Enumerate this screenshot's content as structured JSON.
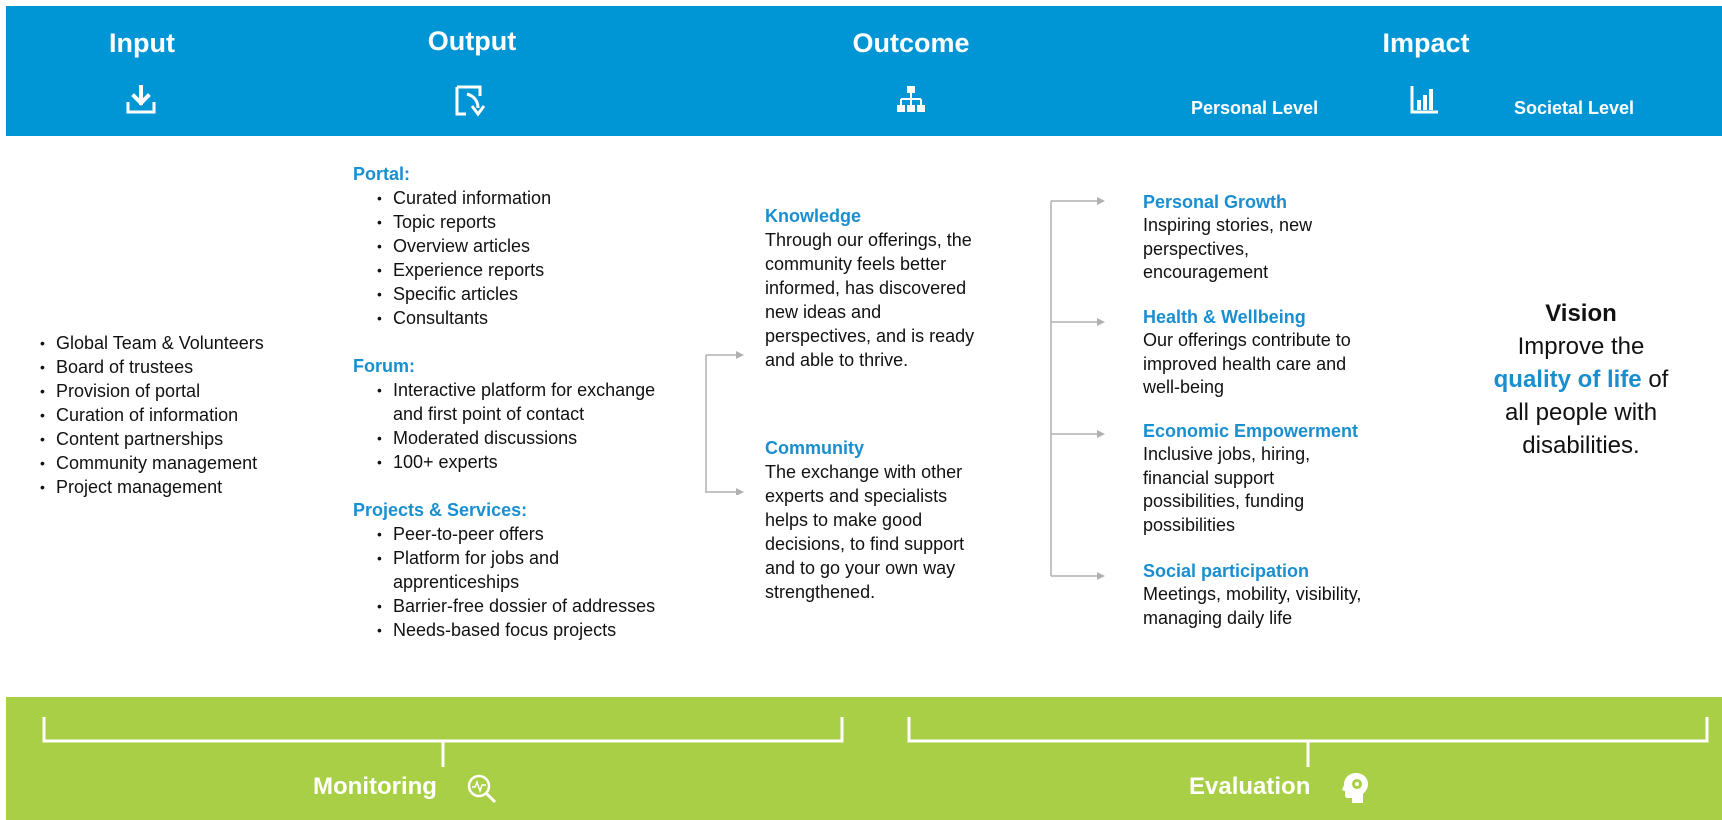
{
  "header": {
    "input": "Input",
    "output": "Output",
    "outcome": "Outcome",
    "impact": "Impact",
    "personal_level": "Personal Level",
    "societal_level": "Societal Level"
  },
  "input": {
    "items": [
      "Global Team & Volunteers",
      "Board of trustees",
      "Provision of portal",
      "Curation of information",
      "Content partnerships",
      "Community management",
      "Project management"
    ]
  },
  "output": {
    "portal": {
      "title": "Portal:",
      "items": [
        "Curated information",
        "Topic reports",
        "Overview articles",
        "Experience reports",
        "Specific articles",
        "Consultants"
      ]
    },
    "forum": {
      "title": "Forum:",
      "items": [
        "Interactive platform for exchange and first point of contact",
        "Moderated discussions",
        "100+ experts"
      ]
    },
    "projects": {
      "title": "Projects & Services:",
      "items": [
        "Peer-to-peer offers",
        "Platform for jobs and apprenticeships",
        "Barrier-free dossier of addresses",
        "Needs-based focus projects"
      ]
    }
  },
  "outcome": {
    "knowledge": {
      "title": "Knowledge",
      "text": "Through our offerings, the community feels better informed, has discovered new ideas and perspectives, and is ready and able to thrive."
    },
    "community": {
      "title": "Community",
      "text": "The exchange with other experts and specialists helps to make good decisions, to find support and to go your own way strengthened."
    }
  },
  "impact": {
    "personal_growth": {
      "title": "Personal Growth",
      "text": "Inspiring stories, new perspectives, encouragement"
    },
    "health": {
      "title": "Health & Wellbeing",
      "text": "Our offerings contribute to improved health care and well-being"
    },
    "economic": {
      "title": "Economic Empowerment",
      "text": "Inclusive jobs, hiring, financial support possibilities, funding possibilities"
    },
    "social": {
      "title": "Social participation",
      "text": "Meetings, mobility, visibility, managing daily life"
    }
  },
  "vision": {
    "title": "Vision",
    "line_before": "Improve the",
    "highlight": "quality of life",
    "line_after": "of all people with disabilities."
  },
  "footer": {
    "monitoring": "Monitoring",
    "evaluation": "Evaluation"
  },
  "colors": {
    "header_blue": "#0096D6",
    "footer_green": "#A8CF45",
    "heading_blue": "#1a8fd0",
    "arrow_gray": "#b0b0b0"
  },
  "icons": [
    "download-icon",
    "output-arrow-icon",
    "hierarchy-icon",
    "bar-chart-icon",
    "magnifier-icon",
    "head-gear-icon"
  ]
}
